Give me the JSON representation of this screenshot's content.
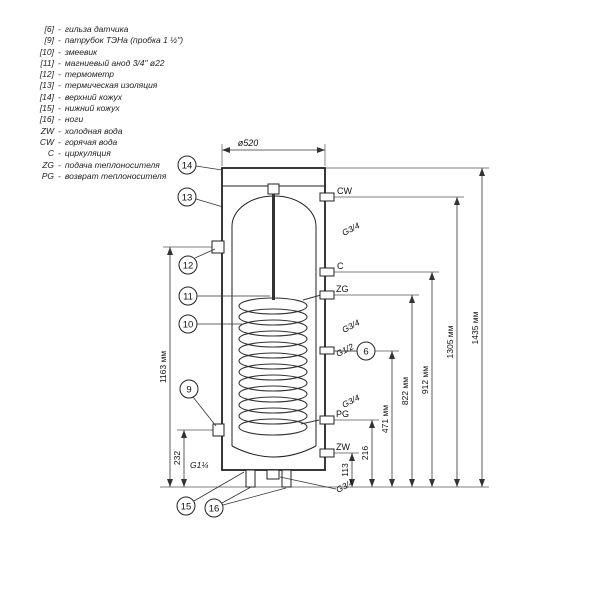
{
  "legend": {
    "separator": "-",
    "items": [
      {
        "key": "[6]",
        "label": "гильза датчика"
      },
      {
        "key": "[9]",
        "label": "патрубок ТЭНа (пробка 1 ½\")"
      },
      {
        "key": "[10]",
        "label": "змеевик"
      },
      {
        "key": "[11]",
        "label": "магниевый анод 3/4\" ø22"
      },
      {
        "key": "[12]",
        "label": "термометр"
      },
      {
        "key": "[13]",
        "label": "термическая изоляция"
      },
      {
        "key": "[14]",
        "label": "верхний кожух"
      },
      {
        "key": "[15]",
        "label": "нижний кожух"
      },
      {
        "key": "[16]",
        "label": "ноги"
      },
      {
        "key": "ZW",
        "label": "холодная вода"
      },
      {
        "key": "CW",
        "label": "горячая вода"
      },
      {
        "key": "C",
        "label": "циркуляция"
      },
      {
        "key": "ZG",
        "label": "подача теплоносителя"
      },
      {
        "key": "PG",
        "label": "возврат теплоносителя"
      }
    ]
  },
  "drawing": {
    "diameter": "ø520",
    "connections": {
      "cw": "CW",
      "c": "C",
      "zg": "ZG",
      "pg": "PG",
      "zw": "ZW"
    },
    "threads": {
      "g34": "G3/4",
      "g12": "G1/2",
      "g114": "G1¼"
    },
    "callouts": {
      "n6": "6",
      "n9": "9",
      "n10": "10",
      "n11": "11",
      "n12": "12",
      "n13": "13",
      "n14": "14",
      "n15": "15",
      "n16": "16"
    },
    "dimensions": {
      "total_height": "1435 мм",
      "cw_height": "1305 мм",
      "c_height": "912 мм",
      "zg_height": "822 мм",
      "sensor_height": "471 мм",
      "pg_height": "216",
      "zw_height": "113",
      "thermometer_height": "1163 мм",
      "heater_height": "232"
    }
  }
}
